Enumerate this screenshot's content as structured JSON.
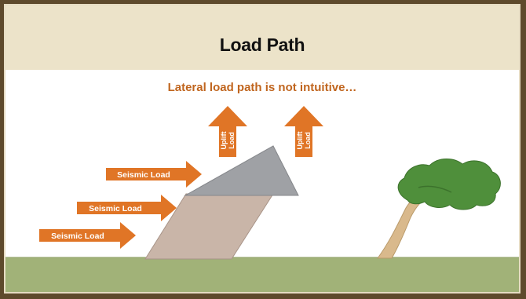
{
  "slide": {
    "title": "Load Path",
    "subtitle": "Lateral load path is not intuitive…"
  },
  "loads": {
    "seismic": [
      "Seismic Load",
      "Seismic Load",
      "Seismic Load"
    ],
    "uplift": [
      "Uplift\nLoad",
      "Uplift\nLoad"
    ]
  },
  "colors": {
    "frame": "#5e4a2c",
    "title_bar": "#ece3c9",
    "arrow": "#e07526",
    "subtitle": "#c0651e",
    "wall": "#c9b5a8",
    "roof": "#9fa1a5",
    "ground": "#a1b278",
    "tree_foliage": "#4f8f3b",
    "tree_trunk": "#d9b98c"
  }
}
